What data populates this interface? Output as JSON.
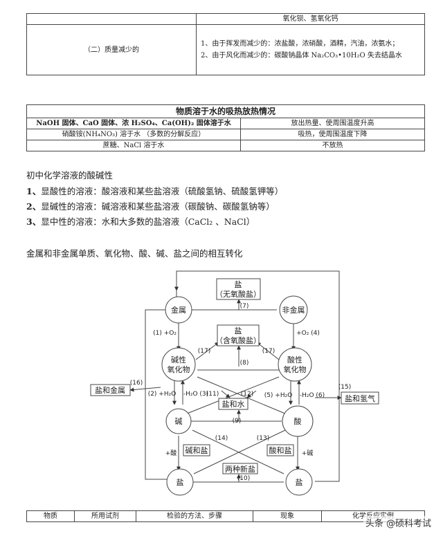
{
  "table1": {
    "row0_right": "氧化钡、氢氧化钙",
    "label": "（二）质量减少的",
    "item1": "1、由于挥发而减少的：浓盐酸，浓硝酸，酒精，汽油，浓氨水；",
    "item2": "2、由于风化而减少的：碳酸钠晶体 Na₂CO₃•10H₂O 失去结晶水"
  },
  "table2": {
    "title": "物质溶于水的吸热放热情况",
    "rows": [
      {
        "substance": "NaOH 固体、CaO 固体、浓 H₂SO₄、Ca(OH)₂ 固体溶于水",
        "effect": "放出热量、使周围温度升高"
      },
      {
        "substance": "硝酸铵(NH₄NO₃) 溶于水 （多数的分解反应）",
        "effect": "吸热，使周围温度下降"
      },
      {
        "substance": "蔗糖、NaCl 溶于水",
        "effect": "不放热"
      }
    ]
  },
  "acidbase": {
    "title": "初中化学溶液的酸碱性",
    "items": [
      {
        "num": "1、",
        "text": "显酸性的溶液：酸溶液和某些盐溶液（硫酸氢钠、硫酸氢钾等）"
      },
      {
        "num": "2、",
        "text": "显碱性的溶液：碱溶液和某些盐溶液（碳酸钠、碳酸氢钠等）"
      },
      {
        "num": "3、",
        "text": "显中性的溶液：水和大多数的盐溶液（CaCl₂ 、NaCl）"
      }
    ]
  },
  "diagram": {
    "title": "金属和非金属单质、氧化物、酸、碱、盐之间的相互转化",
    "nodes": {
      "metal": "金属",
      "nonmetal": "非金属",
      "basic_oxide_1": "碱性",
      "basic_oxide_2": "氧化物",
      "acidic_oxide_1": "酸性",
      "acidic_oxide_2": "氧化物",
      "base": "碱",
      "acid": "酸",
      "salt_left": "盐",
      "salt_right": "盐"
    },
    "boxes": {
      "salt_oxyfree_1": "盐",
      "salt_oxyfree_2": "（无氧酸盐）",
      "salt_oxy_1": "盐",
      "salt_oxy_2": "（含氧酸盐）",
      "salt_metal": "盐和金属",
      "salt_water": "盐和水",
      "salt_hydrogen": "盐和氢气",
      "base_salt": "碱和盐",
      "acid_salt": "酸和盐",
      "two_salts": "两种新盐"
    },
    "labels": {
      "l1": "(1) +O₂",
      "l2": "(2) +H₂O",
      "l3": "-H₂O (3)",
      "l4": "+O₂ (4)",
      "l5": "(5) +H₂O",
      "l6": "-H₂O (6)",
      "l7": "(7)",
      "l8": "(8)",
      "l9": "(9)",
      "l10": "(10)",
      "l11": "(11)",
      "l12": "(12)",
      "l13": "(13)",
      "l14": "(14)",
      "l15": "(15)",
      "l16": "(16)",
      "l17a": "(17)",
      "l17b": "(17)",
      "plus_acid": "+酸",
      "plus_base": "+碱"
    }
  },
  "table3": {
    "headers": [
      "物质",
      "所用试剂",
      "检验的方法、步骤",
      "现象",
      "化学反应实例"
    ]
  },
  "watermark": "头条 @硕科考试"
}
